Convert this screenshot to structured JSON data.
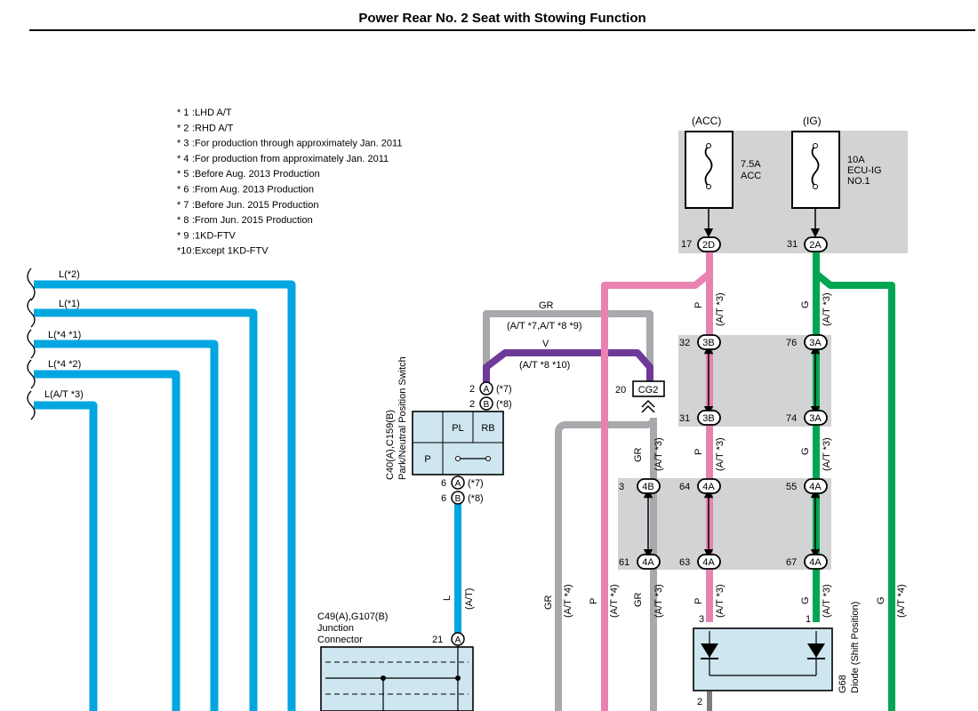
{
  "title": "Power Rear No. 2 Seat with Stowing Function",
  "notes": [
    {
      "mark": "* 1",
      "text": ":LHD A/T"
    },
    {
      "mark": "* 2",
      "text": ":RHD A/T"
    },
    {
      "mark": "* 3",
      "text": ":For production through approximately Jan. 2011"
    },
    {
      "mark": "* 4",
      "text": ":For production from approximately Jan. 2011"
    },
    {
      "mark": "* 5",
      "text": ":Before Aug. 2013 Production"
    },
    {
      "mark": "* 6",
      "text": ":From Aug. 2013 Production"
    },
    {
      "mark": "* 7",
      "text": ":Before Jun. 2015 Production"
    },
    {
      "mark": "* 8",
      "text": ":From Jun. 2015 Production"
    },
    {
      "mark": "* 9",
      "text": ":1KD-FTV"
    },
    {
      "mark": "*10",
      "text": ":Except 1KD-FTV"
    }
  ],
  "left_wires": [
    "L(*2)",
    "L(*1)",
    "L(*4 *1)",
    "L(*4 *2)",
    "L(A/T *3)"
  ],
  "fuses": {
    "acc": {
      "source": "(ACC)",
      "rating": "7.5A",
      "name": "ACC",
      "pin": "17",
      "connector": "2D"
    },
    "ig": {
      "source": "(IG)",
      "rating": "10A",
      "name_line1": "ECU-IG",
      "name_line2": "NO.1",
      "pin": "31",
      "connector": "2A"
    }
  },
  "junction_connectors": [
    {
      "pin": "32",
      "connector": "3B"
    },
    {
      "pin": "76",
      "connector": "3A"
    },
    {
      "pin": "31",
      "connector": "3B"
    },
    {
      "pin": "74",
      "connector": "3A"
    },
    {
      "pin": "3",
      "connector": "4B"
    },
    {
      "pin": "64",
      "connector": "4A"
    },
    {
      "pin": "55",
      "connector": "4A"
    },
    {
      "pin": "61",
      "connector": "4A"
    },
    {
      "pin": "63",
      "connector": "4A"
    },
    {
      "pin": "67",
      "connector": "4A"
    }
  ],
  "wire_labels": {
    "gr": "GR",
    "gr_cond": "(A/T *7,A/T *8 *9)",
    "v": "V",
    "v_cond": "(A/T *8 *10)",
    "p": "P",
    "g": "G",
    "l": "L",
    "at3": "(A/T *3)",
    "at4": "(A/T *4)",
    "at": "(A/T)"
  },
  "ground_point": {
    "pin": "20",
    "connector": "CG2"
  },
  "park_switch": {
    "name_line1": "C40(A),C159(B)",
    "name_line2": "Park/Neutral Position Switch",
    "cells": [
      "PL",
      "RB",
      "P"
    ],
    "pins_top": [
      {
        "pin": "2",
        "connector": "A",
        "cond": "(*7)"
      },
      {
        "pin": "2",
        "connector": "B",
        "cond": "(*8)"
      }
    ],
    "pins_bottom": [
      {
        "pin": "6",
        "connector": "A",
        "cond": "(*7)"
      },
      {
        "pin": "6",
        "connector": "B",
        "cond": "(*8)"
      }
    ]
  },
  "junction_connector_box": {
    "name_line1": "C49(A),G107(B)",
    "name_line2": "Junction",
    "name_line3": "Connector",
    "pin": "21",
    "connector": "A"
  },
  "diode": {
    "code": "G68",
    "name": "Diode (Shift Position)",
    "pin_left": "3",
    "pin_right": "1",
    "pin_bottom": "2"
  },
  "colors": {
    "blue": "#00a6e0",
    "gray": "#a7a9ac",
    "purple": "#6e3a98",
    "pink": "#e883b1",
    "green": "#00a651",
    "panel": "#d1d3d4",
    "component": "#cde6f0"
  }
}
